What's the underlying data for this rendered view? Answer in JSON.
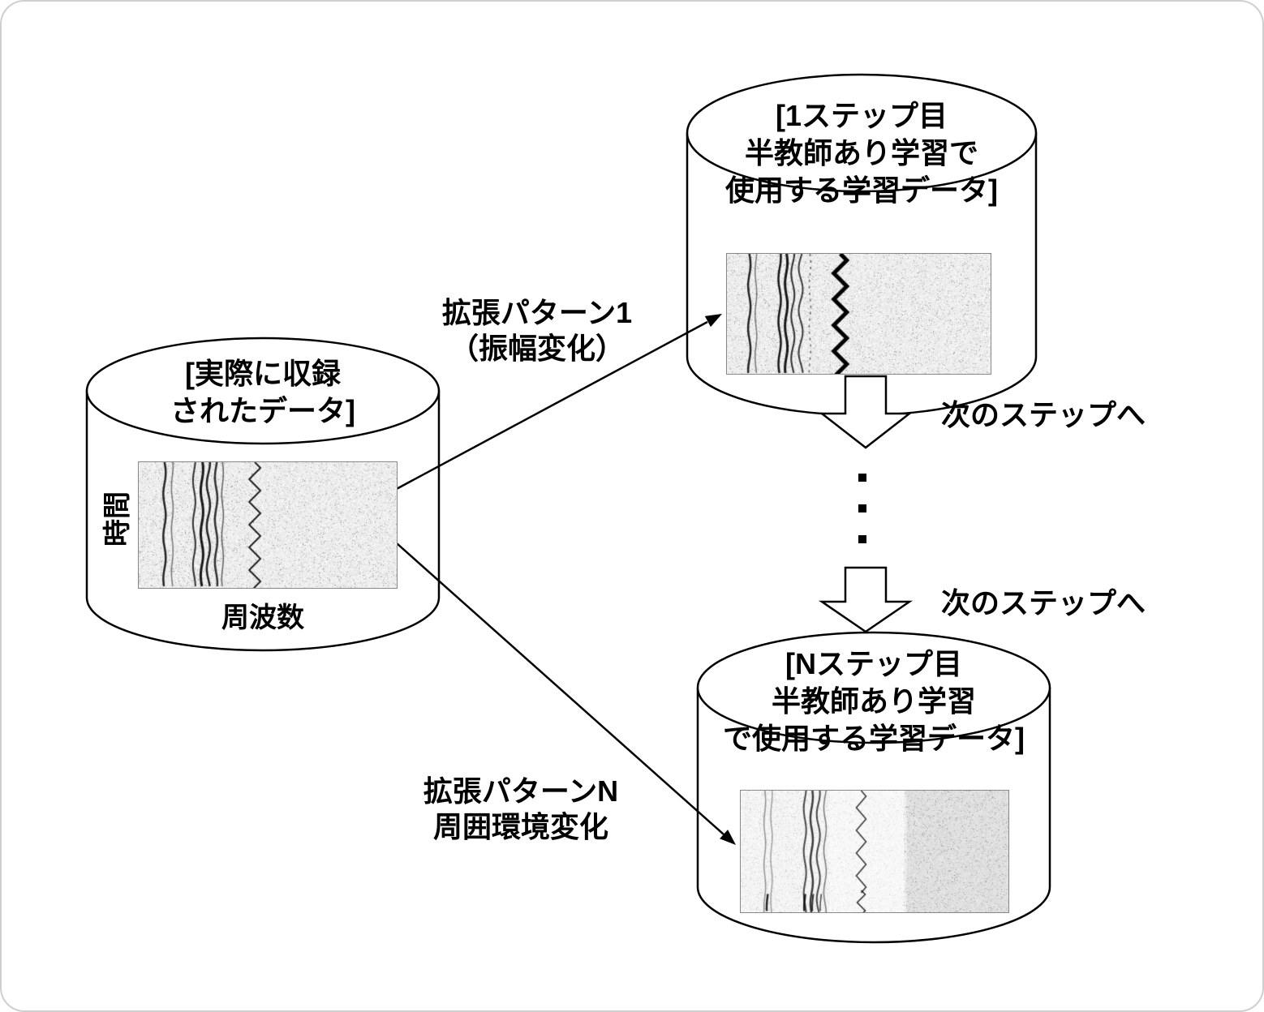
{
  "figure": {
    "source": {
      "title": [
        "[実際に収録",
        "されたデータ]"
      ],
      "y_axis": "時間",
      "x_axis": "周波数"
    },
    "step1": {
      "title": [
        "[1ステップ目",
        "半教師あり学習で",
        "使用する学習データ]"
      ]
    },
    "stepN": {
      "title": [
        "[Nステップ目",
        "半教師あり学習",
        "で使用する学習データ]"
      ]
    },
    "augmentation1": {
      "label": [
        "拡張パターン1",
        "（振幅変化）"
      ]
    },
    "augmentationN": {
      "label": [
        "拡張パターンN",
        "周囲環境変化"
      ]
    },
    "next_step_top": "次のステップへ",
    "next_step_bottom": "次のステップへ",
    "colors": {
      "line": "#000000",
      "fill": "#ffffff",
      "spectrogram_base": "#e4e4e4"
    }
  }
}
